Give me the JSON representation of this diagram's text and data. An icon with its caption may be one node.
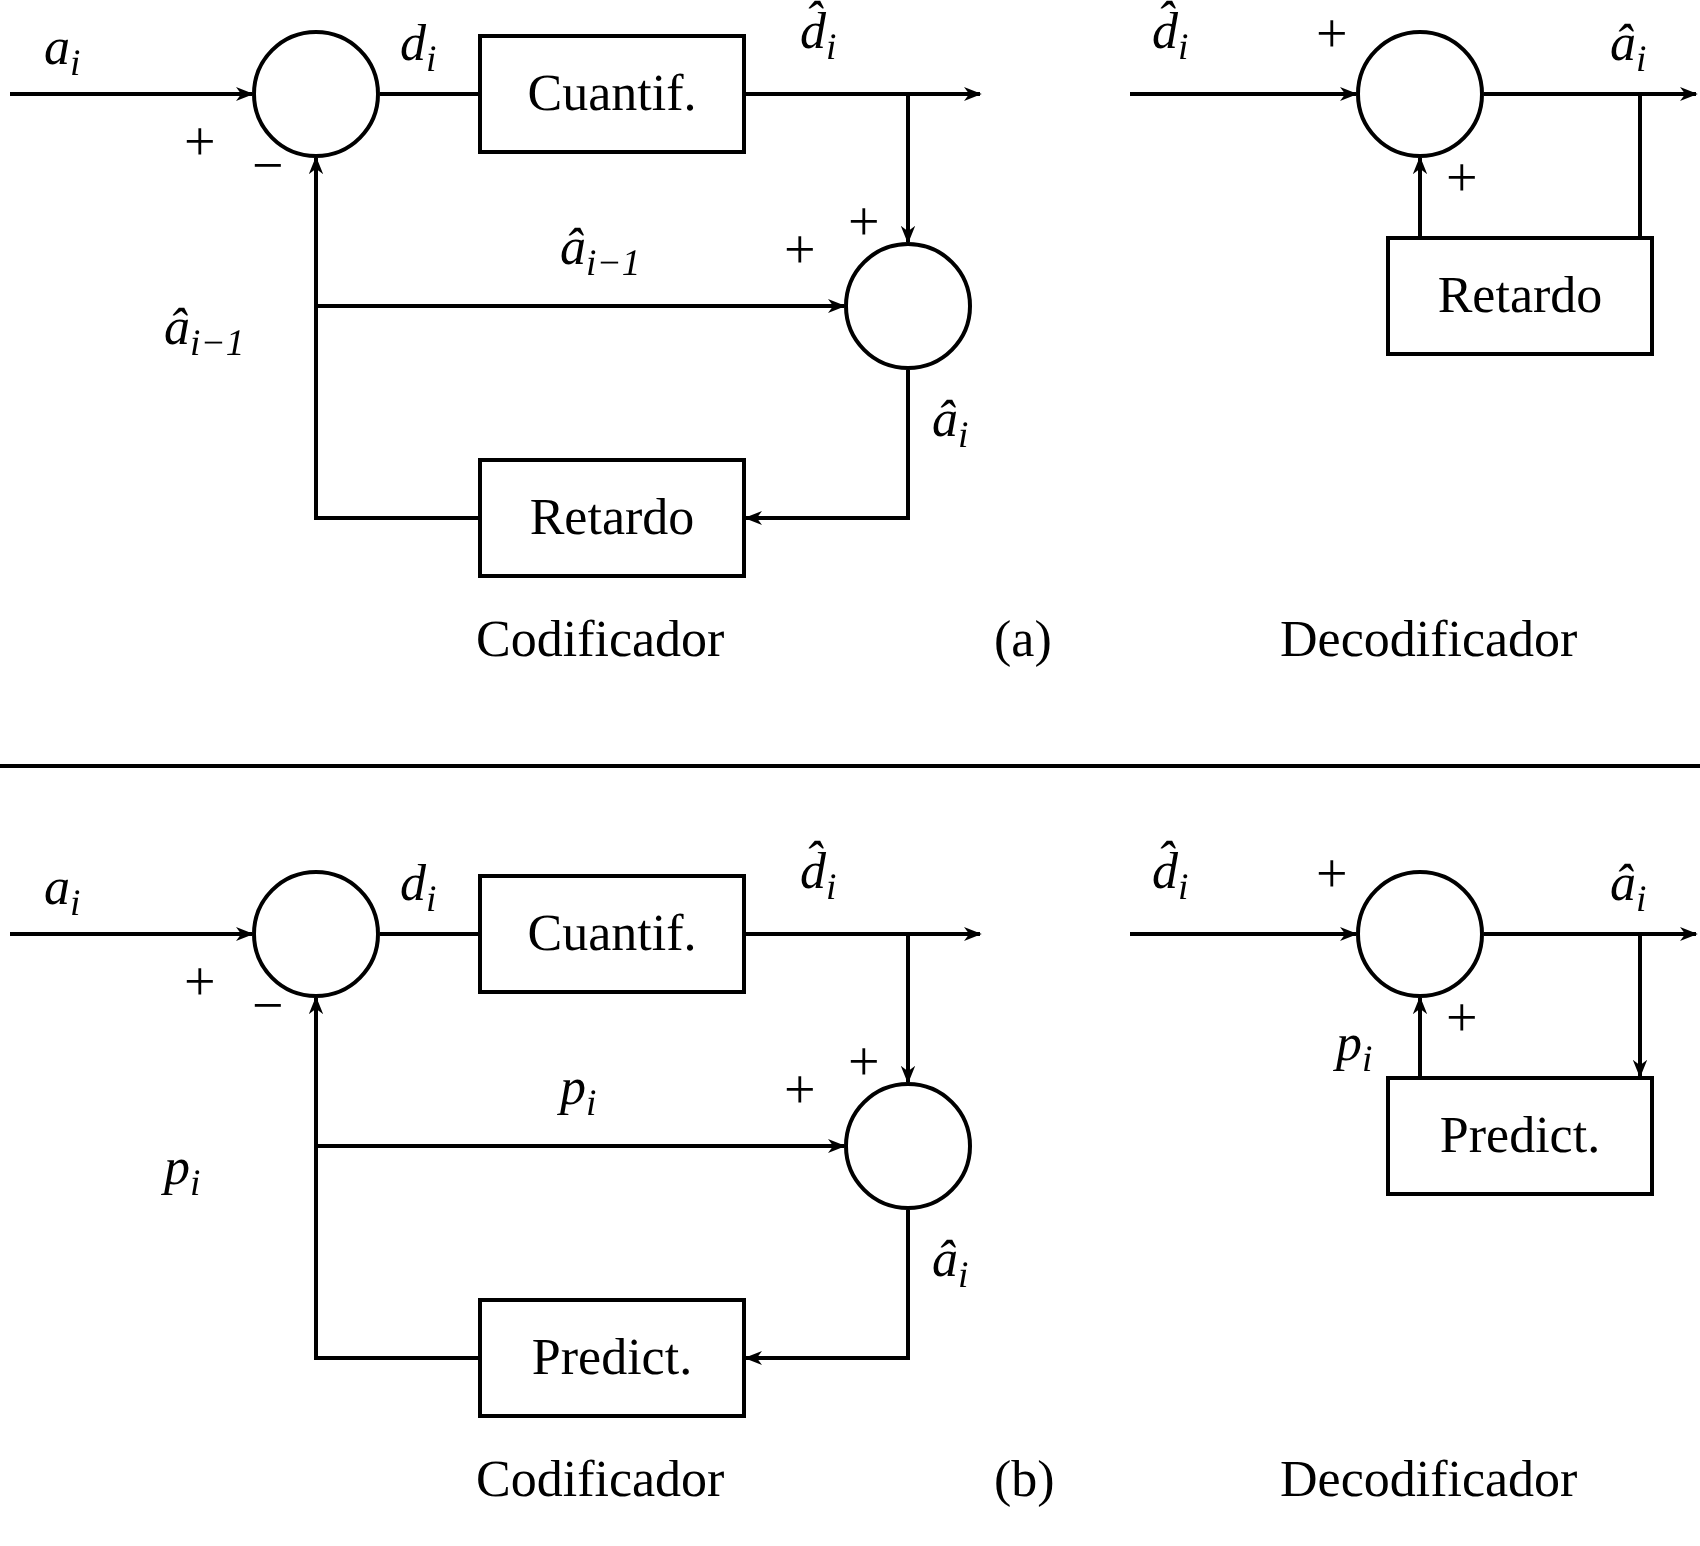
{
  "diagram": {
    "nodes": [
      {
        "text": [],
        "shape": "circle"
      },
      {
        "text": [
          "Cuantif."
        ]
      },
      {
        "text": [],
        "shape": "circle"
      },
      {
        "text": [
          "Retardo"
        ]
      },
      {
        "text": [],
        "shape": "circle"
      },
      {
        "text": [
          "Retardo"
        ]
      },
      {
        "text": [],
        "shape": "circle"
      },
      {
        "text": [
          "Cuantif."
        ]
      },
      {
        "text": [],
        "shape": "circle"
      },
      {
        "text": [
          "Predict."
        ]
      },
      {
        "text": [],
        "shape": "circle"
      },
      {
        "text": [
          "Predict."
        ]
      }
    ],
    "edges": [
      {
        "from": null,
        "to": 0,
        "arrow": "to",
        "label": "*a*$_{i}$"
      },
      {
        "from": 0,
        "to": 1,
        "arrow": "none",
        "label": "*d*$_{i}$"
      },
      {
        "from": 1,
        "to": null,
        "arrow": "to",
        "label": "*d̂*$_{i}$"
      },
      {
        "from": 1,
        "to": 2,
        "arrow": "to"
      },
      {
        "from": 3,
        "to": 2,
        "arrow": "to",
        "label": "*â*$_{i−1}$"
      },
      {
        "from": 3,
        "to": 0,
        "arrow": "to",
        "label": "*â*$_{i−1}$"
      },
      {
        "from": 2,
        "to": 3,
        "arrow": "to",
        "label": "*â*$_{i}$"
      },
      {
        "from": null,
        "to": 4,
        "arrow": "to",
        "label": "*d̂*$_{i}$"
      },
      {
        "from": 4,
        "to": null,
        "arrow": "to",
        "label": "*â*$_{i}$"
      },
      {
        "from": 4,
        "to": 5,
        "arrow": "none"
      },
      {
        "from": 5,
        "to": 4,
        "arrow": "to"
      },
      {
        "from": null,
        "to": 6,
        "arrow": "to",
        "label": "*a*$_{i}$"
      },
      {
        "from": 6,
        "to": 7,
        "arrow": "none",
        "label": "*d*$_{i}$"
      },
      {
        "from": 7,
        "to": null,
        "arrow": "to",
        "label": "*d̂*$_{i}$"
      },
      {
        "from": 7,
        "to": 8,
        "arrow": "to"
      },
      {
        "from": 9,
        "to": 8,
        "arrow": "to",
        "label": "*p*$_{i}$"
      },
      {
        "from": 9,
        "to": 6,
        "arrow": "to",
        "label": "*p*$_{i}$"
      },
      {
        "from": 8,
        "to": 9,
        "arrow": "to",
        "label": "*â*$_{i}$"
      },
      {
        "from": null,
        "to": 10,
        "arrow": "to",
        "label": "*d̂*$_{i}$"
      },
      {
        "from": 10,
        "to": null,
        "arrow": "to",
        "label": "*â*$_{i}$"
      },
      {
        "from": 10,
        "to": 11,
        "arrow": "to"
      },
      {
        "from": 11,
        "to": 10,
        "arrow": "to",
        "label": "*p*$_{i}$"
      }
    ],
    "labels": [
      "+",
      "−",
      "+",
      "+",
      "+",
      "+",
      "Codificador",
      "(a)",
      "Decodificador",
      "+",
      "−",
      "+",
      "+",
      "+",
      "+",
      "Codificador",
      "(b)",
      "Decodificador"
    ]
  }
}
